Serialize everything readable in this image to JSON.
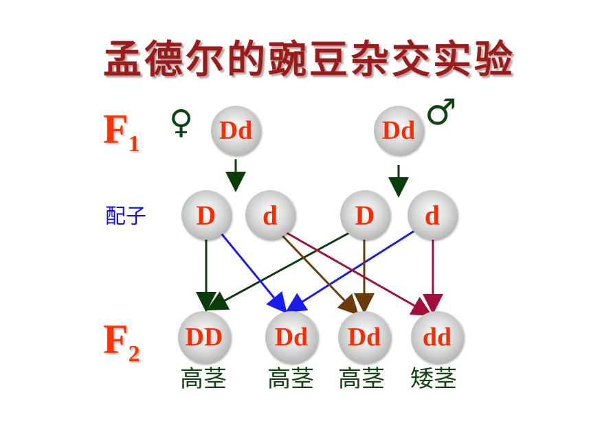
{
  "title": "孟德尔的豌豆杂交实验",
  "labels": {
    "f1_main": "F",
    "f1_sub": "1",
    "f2_main": "F",
    "f2_sub": "2",
    "gametes": "配子",
    "female_symbol": "♀",
    "male_symbol": "♂"
  },
  "f1": [
    {
      "genotype": "Dd"
    },
    {
      "genotype": "Dd"
    }
  ],
  "gametes": [
    {
      "allele": "D"
    },
    {
      "allele": "d"
    },
    {
      "allele": "D"
    },
    {
      "allele": "d"
    }
  ],
  "f2": [
    {
      "genotype": "DD",
      "phenotype": "高茎"
    },
    {
      "genotype": "Dd",
      "phenotype": "高茎"
    },
    {
      "genotype": "Dd",
      "phenotype": "高茎"
    },
    {
      "genotype": "dd",
      "phenotype": "矮茎"
    }
  ],
  "colors": {
    "title": "#9b1b1b",
    "generation_label": "#ff3300",
    "allele_text": "#ff2a00",
    "phenotype_text": "#114411",
    "arrow_dark_green": "#0b3d0b",
    "arrow_blue": "#1a1aee",
    "arrow_brown": "#6b3a0a",
    "arrow_crimson": "#a0103a"
  }
}
